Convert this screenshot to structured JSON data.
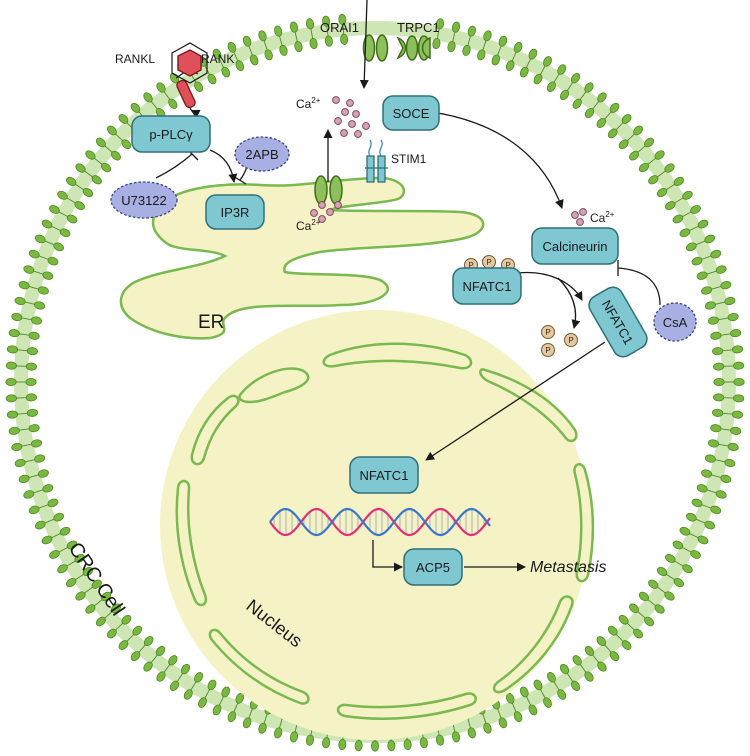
{
  "labels": {
    "orai1": "ORAI1",
    "trpc1": "TRPC1",
    "rankl": "RANKL",
    "rank": "RANK",
    "ca_top": "Ca",
    "ca_er": "Ca",
    "ca_calc": "Ca",
    "superscript": "2+",
    "stim1": "STIM1",
    "er": "ER",
    "nucleus": "Nucleus",
    "cell": "CRC Cell",
    "metastasis": "Metastasis",
    "phosphate": "P"
  },
  "boxes": {
    "plcg": "p-PLCγ",
    "ip3r": "IP3R",
    "soce": "SOCE",
    "calcineurin": "Calcineurin",
    "nfatc1_p": "NFATC1",
    "nfatc1_free": "NFATC1",
    "nfatc1_nuc": "NFATC1",
    "acp5": "ACP5"
  },
  "inhibitors": {
    "u73122": "U73122",
    "apb2": "2APB",
    "csa": "CsA"
  },
  "colors": {
    "membrane_green": "#7ab842",
    "membrane_dark": "#4e8a22",
    "organelle_fill": "#f5f3c6",
    "organelle_stroke": "#7ab850",
    "box_fill": "#7fc8d2",
    "inhibitor_fill": "#a8b0e3",
    "calcium_dot": "#d5a1b4",
    "phosphate_fill": "#e3c8a4",
    "rankl_red": "#e0505a",
    "dna_pink": "#e0307a",
    "dna_blue": "#3a77c8"
  }
}
